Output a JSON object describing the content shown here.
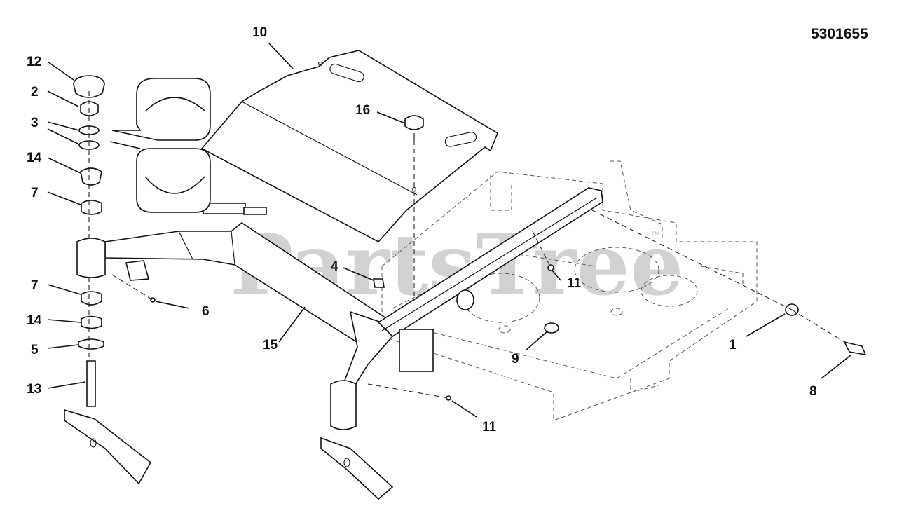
{
  "diagram_code": "5301655",
  "watermark": "PartsTree",
  "watermark_mark": "™",
  "callouts": [
    "1",
    "2",
    "3",
    "4",
    "5",
    "6",
    "7",
    "7",
    "8",
    "9",
    "10",
    "11",
    "11",
    "12",
    "13",
    "14",
    "14",
    "15",
    "16"
  ]
}
